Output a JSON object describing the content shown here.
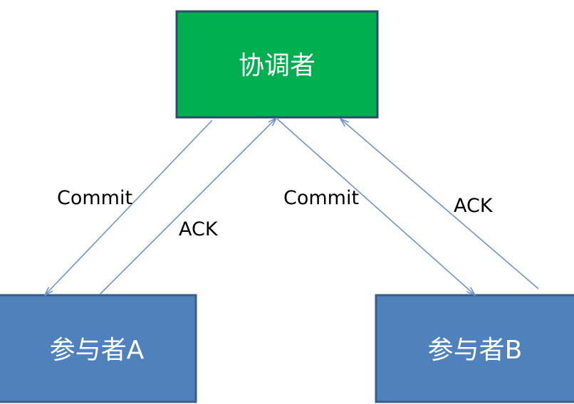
{
  "colors": {
    "coordinator_fill": "#00b050",
    "coordinator_border": "#2f4b6e",
    "participant_fill": "#4f81bd",
    "participant_border": "#385d8a",
    "edge": "#6f95c7",
    "edge_label": "#000000",
    "node_text": "#ffffff"
  },
  "nodes": {
    "coordinator": {
      "label": "协调者"
    },
    "participant_a": {
      "label": "参与者A"
    },
    "participant_b": {
      "label": "参与者B"
    }
  },
  "edges": {
    "commit_to_a": {
      "label": "Commit"
    },
    "ack_from_a": {
      "label": "ACK"
    },
    "commit_to_b": {
      "label": "Commit"
    },
    "ack_from_b": {
      "label": "ACK"
    }
  }
}
